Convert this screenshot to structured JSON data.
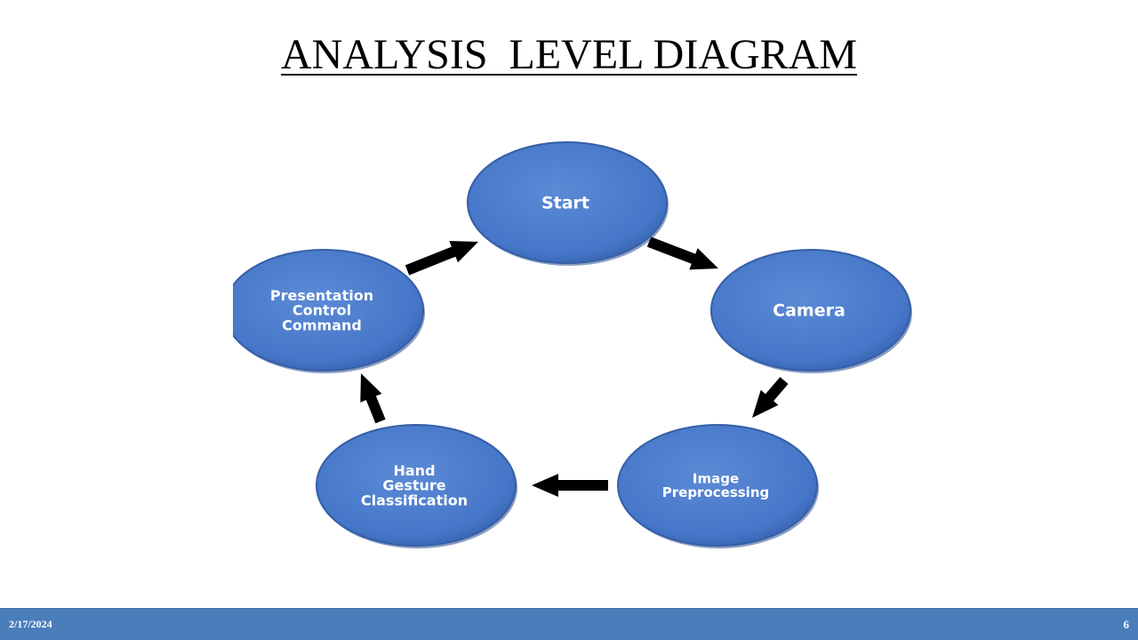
{
  "slide": {
    "title": "ANALYSIS  LEVEL DIAGRAM",
    "footer_date": "2/17/2024",
    "page_number": "6"
  },
  "diagram": {
    "node_color": "#4a7ccf",
    "arrow_color": "#000000",
    "nodes": [
      {
        "id": "start",
        "lines": [
          "Start"
        ]
      },
      {
        "id": "camera",
        "lines": [
          "Camera"
        ]
      },
      {
        "id": "image-preprocessing",
        "lines": [
          "Image",
          "Preprocessing"
        ]
      },
      {
        "id": "hand-gesture-classification",
        "lines": [
          "Hand",
          "Gesture",
          "Classification"
        ]
      },
      {
        "id": "presentation-control-command",
        "lines": [
          "Presentation",
          "Control",
          "Command"
        ]
      }
    ],
    "edges": [
      {
        "from": "start",
        "to": "camera"
      },
      {
        "from": "camera",
        "to": "image-preprocessing"
      },
      {
        "from": "image-preprocessing",
        "to": "hand-gesture-classification"
      },
      {
        "from": "hand-gesture-classification",
        "to": "presentation-control-command"
      },
      {
        "from": "presentation-control-command",
        "to": "start"
      }
    ]
  }
}
